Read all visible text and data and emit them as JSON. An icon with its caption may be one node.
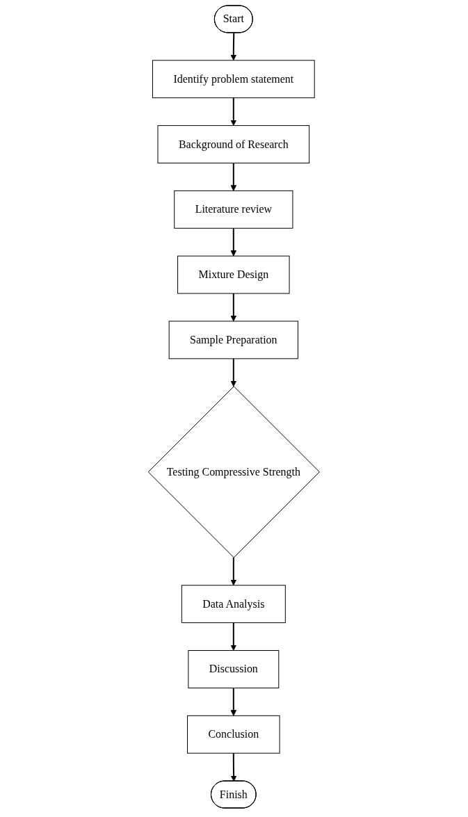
{
  "diagram": {
    "nodes": [
      {
        "text": [
          "Start"
        ]
      },
      {
        "text": [
          "Identify problem statement"
        ]
      },
      {
        "text": [
          "Background of Research"
        ]
      },
      {
        "text": [
          "Literature review"
        ]
      },
      {
        "text": [
          "Mixture Design"
        ]
      },
      {
        "text": [
          "Sample Preparation"
        ]
      },
      {
        "text": [
          "Testing Compressive Strength"
        ]
      },
      {
        "text": [
          "Data Analysis"
        ]
      },
      {
        "text": [
          "Discussion"
        ]
      },
      {
        "text": [
          "Conclusion"
        ]
      },
      {
        "text": [
          "Finish"
        ]
      }
    ],
    "edges": [
      {
        "from": 0,
        "to": 1,
        "arrow": "to"
      },
      {
        "from": 1,
        "to": 2,
        "arrow": "to"
      },
      {
        "from": 2,
        "to": 3,
        "arrow": "to"
      },
      {
        "from": 3,
        "to": 4,
        "arrow": "to"
      },
      {
        "from": 4,
        "to": 5,
        "arrow": "to"
      },
      {
        "from": 5,
        "to": 6,
        "arrow": "to"
      },
      {
        "from": 6,
        "to": 7,
        "arrow": "to"
      },
      {
        "from": 7,
        "to": 8,
        "arrow": "to"
      },
      {
        "from": 8,
        "to": 9,
        "arrow": "to"
      },
      {
        "from": 9,
        "to": 10,
        "arrow": "to"
      }
    ]
  }
}
